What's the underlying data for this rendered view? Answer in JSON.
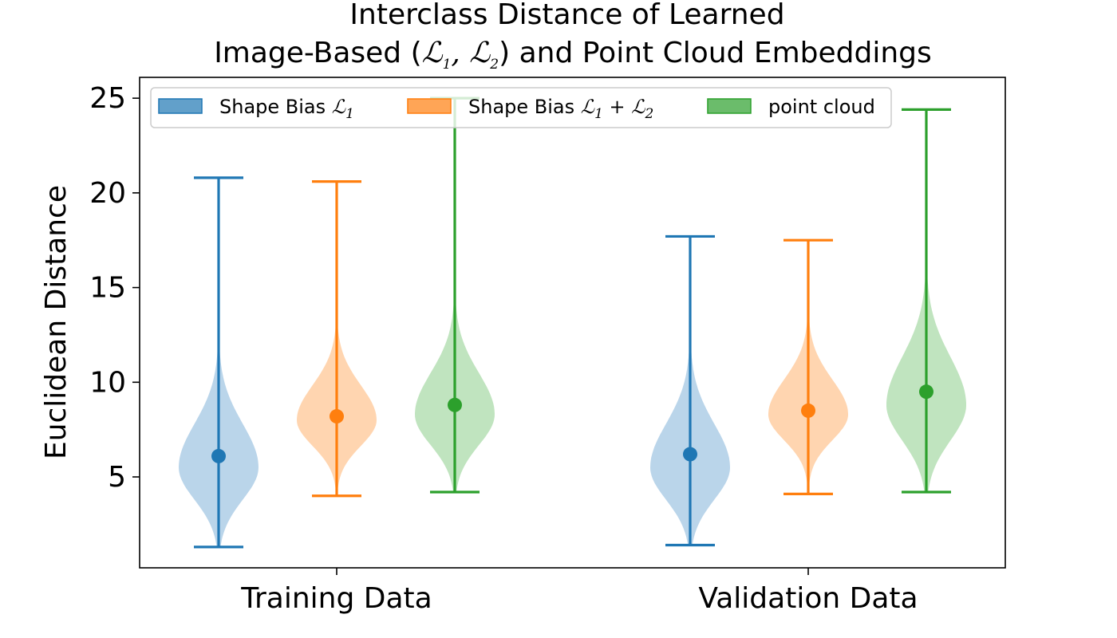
{
  "chart_data": {
    "type": "violin",
    "title_line1": "Interclass Distance of Learned",
    "title_line2_prefix": "Image-Based (",
    "title_line2_suffix": ") and Point Cloud Embeddings",
    "ylabel": "Euclidean Distance",
    "xlabel": "",
    "ylim": [
      0.2,
      26.1
    ],
    "yticks": [
      5,
      10,
      15,
      20,
      25
    ],
    "categories": [
      "Training Data",
      "Validation Data"
    ],
    "legend_position": "upper left",
    "grid": false,
    "series": [
      {
        "name": "Shape Bias",
        "legend_math": "ℒ1",
        "color": "#1f77b4",
        "fill": "#bad5ea",
        "groups": [
          {
            "min": 1.3,
            "max": 20.8,
            "median": 6.1,
            "mode": 5.5,
            "spread": 2.0
          },
          {
            "min": 1.4,
            "max": 17.7,
            "median": 6.2,
            "mode": 5.5,
            "spread": 2.0
          }
        ]
      },
      {
        "name": "Shape Bias",
        "legend_math": "ℒ1 + ℒ2",
        "color": "#ff7f0e",
        "fill": "#ffd5b0",
        "groups": [
          {
            "min": 4.0,
            "max": 20.6,
            "median": 8.2,
            "mode": 8.0,
            "spread": 1.6
          },
          {
            "min": 4.1,
            "max": 17.5,
            "median": 8.5,
            "mode": 8.3,
            "spread": 1.6
          }
        ]
      },
      {
        "name": "point cloud",
        "legend_math": "",
        "color": "#2ca02c",
        "fill": "#c0e4bf",
        "groups": [
          {
            "min": 4.2,
            "max": 25.0,
            "median": 8.8,
            "mode": 8.3,
            "spread": 1.9
          },
          {
            "min": 4.2,
            "max": 24.4,
            "median": 9.5,
            "mode": 8.8,
            "spread": 2.2
          }
        ]
      }
    ]
  }
}
